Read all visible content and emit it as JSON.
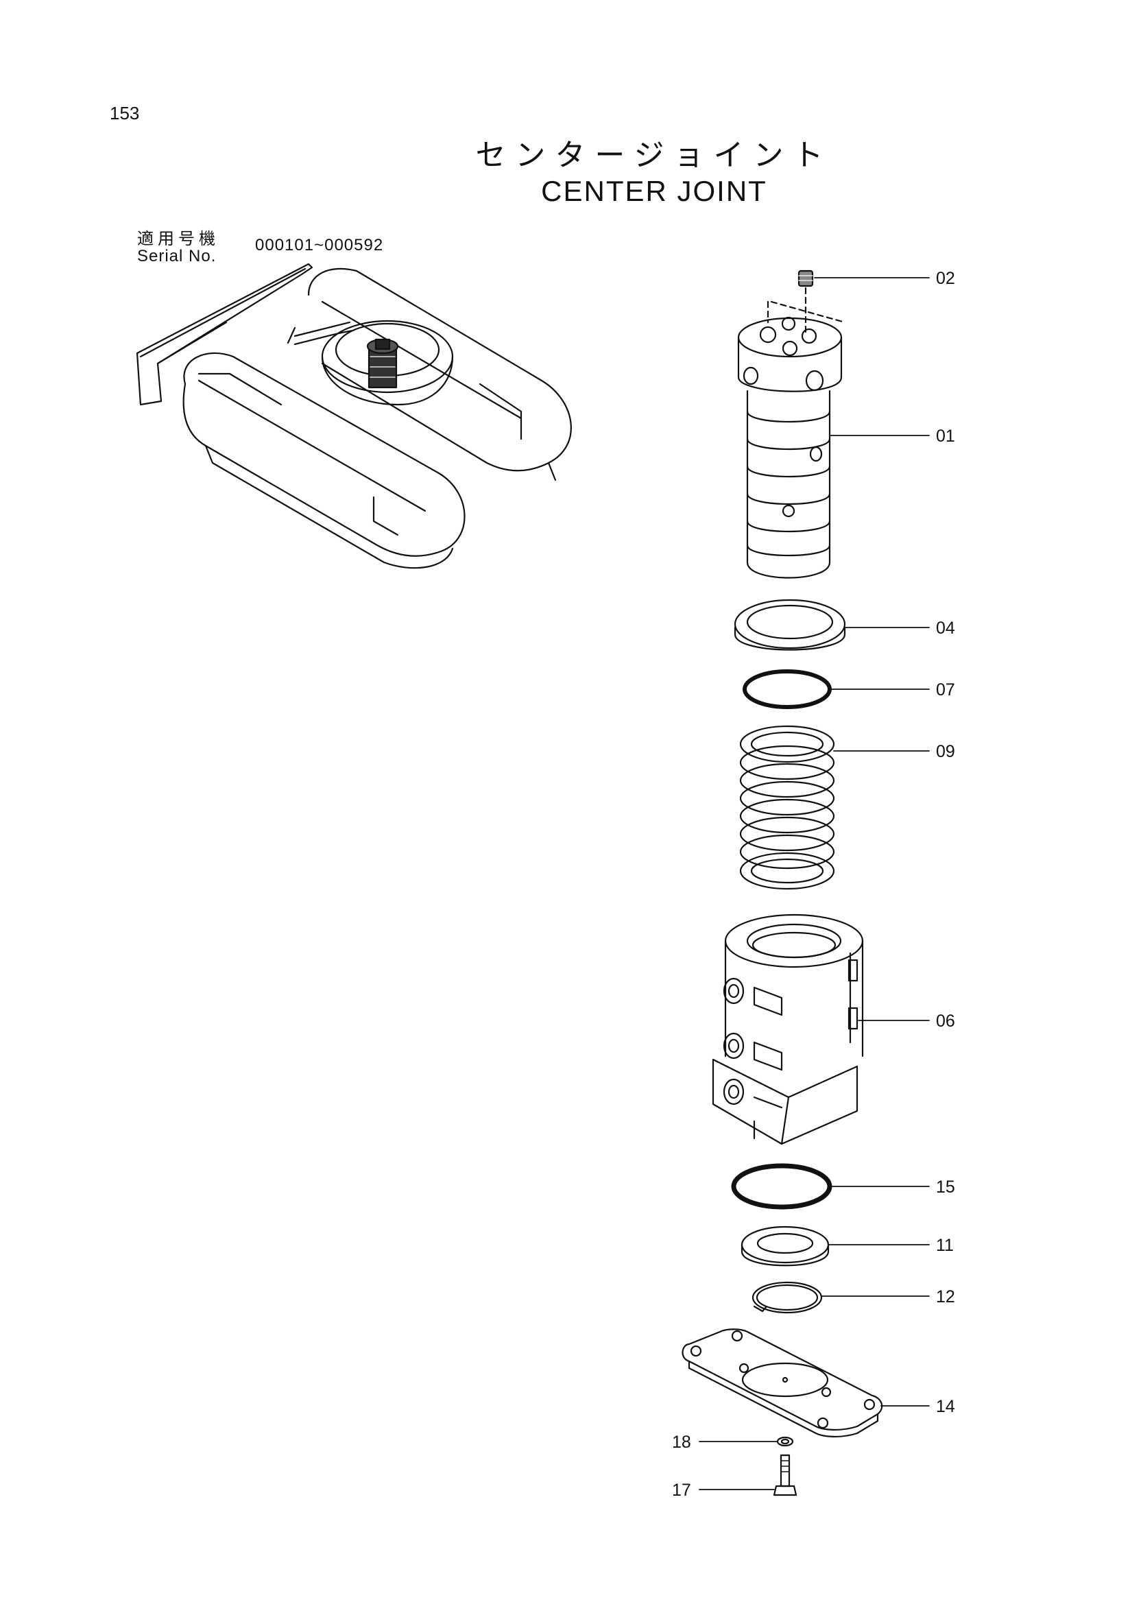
{
  "page_number": "153",
  "title_ja": "センタージョイント",
  "title_en": "CENTER JOINT",
  "serial": {
    "label_ja": "適用号機",
    "label_en": "Serial No.",
    "range": "000101~000592"
  },
  "parts": [
    {
      "no": "02"
    },
    {
      "no": "01"
    },
    {
      "no": "04"
    },
    {
      "no": "07"
    },
    {
      "no": "09"
    },
    {
      "no": "06"
    },
    {
      "no": "15"
    },
    {
      "no": "11"
    },
    {
      "no": "12"
    },
    {
      "no": "14"
    },
    {
      "no": "18"
    },
    {
      "no": "17"
    }
  ]
}
